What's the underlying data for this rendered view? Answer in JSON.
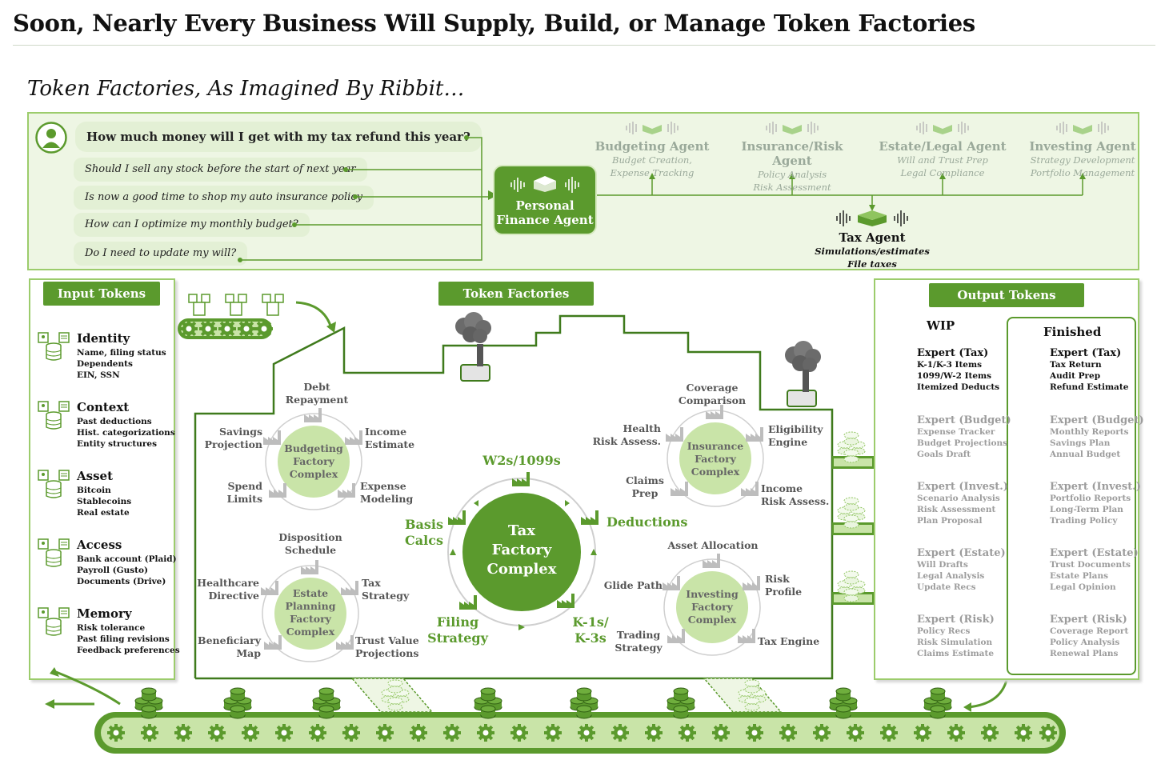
{
  "header": {
    "title": "Soon, Nearly Every Business Will Supply, Build, or Manage Token Factories",
    "subtitle": "Token Factories, As Imagined By Ribbit…"
  },
  "questions": [
    {
      "text": "How much money will I get with my tax refund this year?"
    },
    {
      "text": "Should I sell any stock before the start of next year"
    },
    {
      "text": "Is now a good time to shop my auto insurance policy"
    },
    {
      "text": "How can I optimize my monthly budget?"
    },
    {
      "text": "Do I need to update my will?"
    }
  ],
  "personal_agent": {
    "line1": "Personal",
    "line2": "Finance Agent"
  },
  "agents": [
    {
      "name": "Budgeting Agent",
      "l1": "Budget Creation,",
      "l2": "Expense Tracking"
    },
    {
      "name": "Insurance/Risk Agent",
      "l1": "Policy Analysis",
      "l2": "Risk Assessment"
    },
    {
      "name": "Estate/Legal Agent",
      "l1": "Will and Trust Prep",
      "l2": "Legal Compliance"
    },
    {
      "name": "Investing Agent",
      "l1": "Strategy Development",
      "l2": "Portfolio Management"
    }
  ],
  "tax_agent": {
    "name": "Tax Agent",
    "l1": "Simulations/estimates",
    "l2": "File taxes"
  },
  "input_tokens": {
    "title": "Input Tokens",
    "groups": [
      {
        "title": "Identity",
        "items": [
          "Name, filing status",
          "Dependents",
          "EIN, SSN"
        ]
      },
      {
        "title": "Context",
        "items": [
          "Past deductions",
          "Hist. categorizations",
          "Entity structures"
        ]
      },
      {
        "title": "Asset",
        "items": [
          "Bitcoin",
          "Stablecoins",
          "Real estate"
        ]
      },
      {
        "title": "Access",
        "items": [
          "Bank account (Plaid)",
          "Payroll (Gusto)",
          "Documents (Drive)"
        ]
      },
      {
        "title": "Memory",
        "items": [
          "Risk tolerance",
          "Past filing revisions",
          "Feedback preferences"
        ]
      }
    ]
  },
  "factories": {
    "title": "Token Factories",
    "budgeting": {
      "l1": "Budgeting",
      "l2": "Factory",
      "l3": "Complex",
      "labels": {
        "top1": "Debt",
        "top2": "Repayment",
        "ur1": "Income",
        "ur2": "Estimate",
        "ul1": "Savings",
        "ul2": "Projection",
        "ll1": "Spend",
        "ll2": "Limits",
        "lr1": "Expense",
        "lr2": "Modeling"
      }
    },
    "estate": {
      "l1": "Estate",
      "l2": "Planning",
      "l3": "Factory",
      "l4": "Complex",
      "labels": {
        "top1": "Disposition",
        "top2": "Schedule",
        "ur1": "Tax",
        "ur2": "Strategy",
        "ul1": "Healthcare",
        "ul2": "Directive",
        "ll1": "Beneficiary",
        "ll2": "Map",
        "lr1": "Trust Value",
        "lr2": "Projections"
      }
    },
    "insurance": {
      "l1": "Insurance",
      "l2": "Factory",
      "l3": "Complex",
      "labels": {
        "top1": "Coverage",
        "top2": "Comparison",
        "ur1": "Eligibility",
        "ur2": "Engine",
        "ul1": "Health",
        "ul2": "Risk Assess.",
        "ll1": "Claims",
        "ll2": "Prep",
        "lr1": "Income",
        "lr2": "Risk Assess."
      }
    },
    "investing": {
      "l1": "Investing",
      "l2": "Factory",
      "l3": "Complex",
      "labels": {
        "top1": "Asset Allocation",
        "ur1": "Risk",
        "ur2": "Profile",
        "ul1": "Glide Path",
        "ll1": "Trading",
        "ll2": "Strategy",
        "lr1": "Tax Engine"
      }
    },
    "tax": {
      "l1": "Tax",
      "l2": "Factory",
      "l3": "Complex",
      "labels": {
        "top": "W2s/1099s",
        "right": "Deductions",
        "left1": "Basis",
        "left2": "Calcs",
        "bl1": "Filing",
        "bl2": "Strategy",
        "br1": "K-1s/",
        "br2": "K-3s"
      }
    }
  },
  "output_tokens": {
    "title": "Output Tokens",
    "wip_title": "WIP",
    "finished_title": "Finished",
    "wip": [
      {
        "title": "Expert (Tax)",
        "items": [
          "K-1/K-3 Items",
          "1099/W-2 Items",
          "Itemized Deducts"
        ],
        "active": true
      },
      {
        "title": "Expert (Budget)",
        "items": [
          "Expense Tracker",
          "Budget Projections",
          "Goals Draft"
        ],
        "active": false
      },
      {
        "title": "Expert (Invest.)",
        "items": [
          "Scenario Analysis",
          "Risk Assessment",
          "Plan Proposal"
        ],
        "active": false
      },
      {
        "title": "Expert (Estate)",
        "items": [
          "Will Drafts",
          "Legal Analysis",
          "Update Recs"
        ],
        "active": false
      },
      {
        "title": "Expert (Risk)",
        "items": [
          "Policy Recs",
          "Risk Simulation",
          "Claims Estimate"
        ],
        "active": false
      }
    ],
    "finished": [
      {
        "title": "Expert (Tax)",
        "items": [
          "Tax Return",
          "Audit Prep",
          "Refund Estimate"
        ],
        "active": true
      },
      {
        "title": "Expert (Budget)",
        "items": [
          "Monthly Reports",
          "Savings Plan",
          "Annual Budget"
        ],
        "active": false
      },
      {
        "title": "Expert (Invest.)",
        "items": [
          "Portfolio Reports",
          "Long-Term Plan",
          "Trading Policy"
        ],
        "active": false
      },
      {
        "title": "Expert (Estate)",
        "items": [
          "Trust Documents",
          "Estate Plans",
          "Legal Opinion"
        ],
        "active": false
      },
      {
        "title": "Expert (Risk)",
        "items": [
          "Coverage Report",
          "Policy Analysis",
          "Renewal Plans"
        ],
        "active": false
      }
    ]
  },
  "colors": {
    "accent": "#5b9a2d",
    "light": "#c9e4a8",
    "panel": "#eef6e4",
    "grey_text": "#9c9c9c"
  },
  "icons": [
    "user-icon",
    "soundwave-icon",
    "factory-icon",
    "smoke-icon",
    "coin-stack-icon",
    "gear-icon",
    "conveyor-icon",
    "token-doc-icon"
  ]
}
